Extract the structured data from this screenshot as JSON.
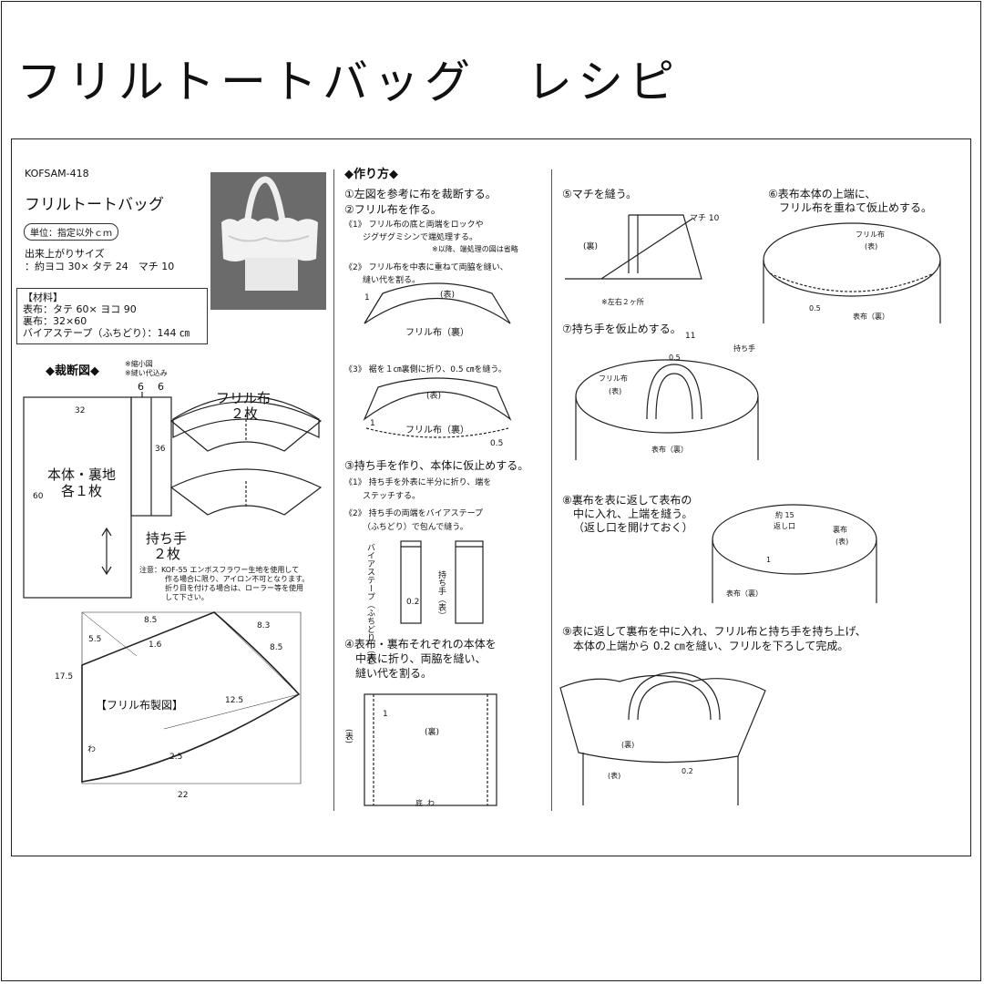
{
  "title": "フリルトートバッグ　レシピ",
  "product": {
    "code": "KOFSAM-418",
    "name": "フリルトートバッグ",
    "unit": "単位：指定以外ｃｍ",
    "size_label": "出来上がりサイズ",
    "size_value": "：約ヨコ 30× タテ 24　マチ 10"
  },
  "materials": {
    "heading": "【材料】",
    "items": [
      "表布：タテ 60× ヨコ 90",
      "裏布：32×60",
      "バイアステープ（ふちどり）：144 ㎝"
    ]
  },
  "cutting": {
    "heading": "◆裁断図◆",
    "note1": "※縮小図",
    "note2": "※縫い代込み",
    "body_label_1": "本体・裏地",
    "body_label_2": "各１枚",
    "handle_label_1": "持ち手",
    "handle_label_2": "２枚",
    "frill_label_1": "フリル布",
    "frill_label_2": "２枚",
    "dims": {
      "w32": "32",
      "h60": "60",
      "h36": "36",
      "w6a": "6",
      "w6b": "6"
    },
    "caution": [
      "注意：KOF-55 エンボスフラワー生地を使用して",
      "作る場合に限り、アイロン不可となります。",
      "折り目を付ける場合は、ローラー等を使用",
      "して下さい。"
    ]
  },
  "pattern": {
    "label": "【フリル布製図】",
    "dims": {
      "a": "8.5",
      "b": "8.3",
      "c": "8.5",
      "d": "5.5",
      "e": "1.6",
      "f": "17.5",
      "g": "12.5",
      "h": "2.5",
      "i": "22"
    },
    "fold": "わ"
  },
  "steps_heading": "◆作り方◆",
  "steps": {
    "s1": "①左図を参考に布を裁断する。",
    "s2": "②フリル布を作る。",
    "s2_1a": "《1》 フリル布の底と両端をロックや",
    "s2_1b": "ジグザグミシンで端処理する。",
    "s2_1c": "※以降、端処理の図は省略",
    "s2_2a": "《2》 フリル布を中表に重ねて両脇を縫い、",
    "s2_2b": "縫い代を割る。",
    "s2_3": "《3》 裾を１㎝裏側に折り、0.5 ㎝を縫う。",
    "s3": "③持ち手を作り、本体に仮止めする。",
    "s3_1a": "《1》 持ち手を外表に半分に折り、端を",
    "s3_1b": "ステッチする。",
    "s3_2a": "《2》 持ち手の両端をバイアステープ",
    "s3_2b": "（ふちどり）で包んで縫う。",
    "s4a": "④表布・裏布それぞれの本体を",
    "s4b": "中表に折り、両脇を縫い、",
    "s4c": "縫い代を割る。",
    "s5": "⑤マチを縫う。",
    "s6a": "⑥表布本体の上端に、",
    "s6b": "フリル布を重ねて仮止めする。",
    "s7": "⑦持ち手を仮止めする。",
    "s8a": "⑧裏布を表に返して表布の",
    "s8b": "中に入れ、上端を縫う。",
    "s8c": "（返し口を開けておく）",
    "s9a": "⑨表に返して裏布を中に入れ、フリル布と持ち手を持ち上げ、",
    "s9b": "本体の上端から 0.2 ㎝を縫い、フリルを下ろして完成。"
  },
  "diagram_labels": {
    "omote": "(表)",
    "ura": "(裏)",
    "frill_ura": "フリル布（裏）",
    "frill_omote": "フリル布\n(表)",
    "frill_short": "フリル布",
    "one": "1",
    "half": "0.5",
    "bias": "バイアステープ（ふちどり）（表）",
    "handle_omote": "持ち手（表）",
    "two_tenths": "0.2",
    "bottom_fold": "底",
    "wa": "わ",
    "gusset": "マチ 10",
    "both_sides": "※左右２ヶ所",
    "omote_ura": "表布（裏）",
    "eleven": "11",
    "handle": "持ち手",
    "ura_short": "裏布",
    "approx15": "約 15",
    "return_opening": "返し口"
  }
}
